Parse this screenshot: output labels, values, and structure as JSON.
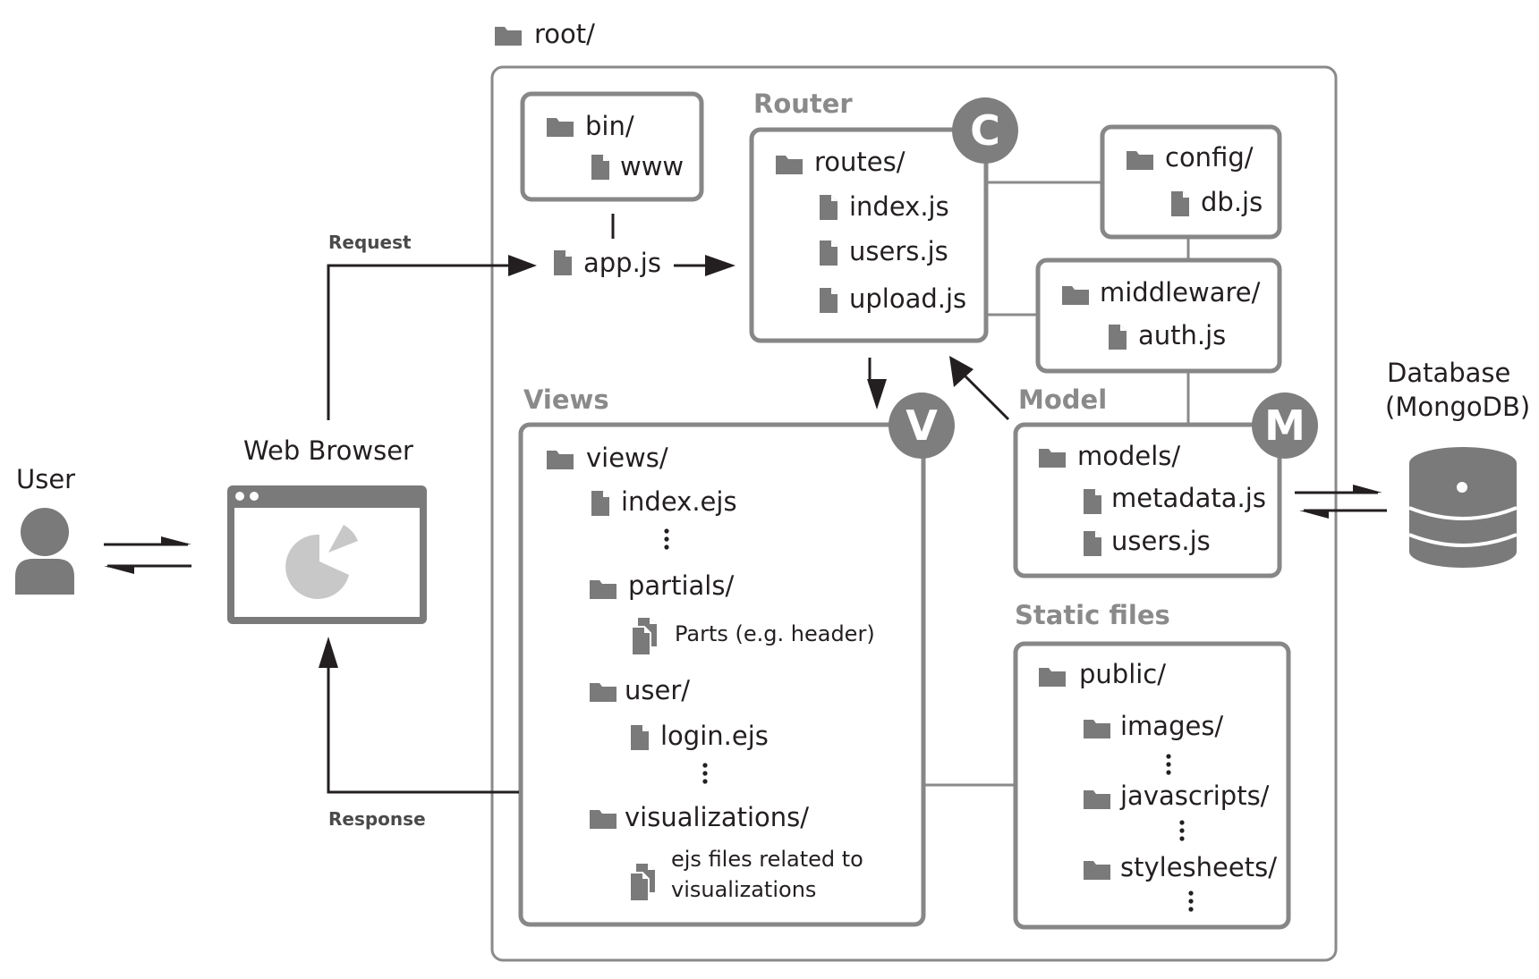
{
  "root": {
    "label": "root/"
  },
  "bin": {
    "folder": "bin/",
    "file": "www"
  },
  "app": {
    "file": "app.js"
  },
  "router": {
    "section": "Router",
    "badge": "C",
    "folder": "routes/",
    "files": [
      "index.js",
      "users.js",
      "upload.js"
    ]
  },
  "config": {
    "folder": "config/",
    "file": "db.js"
  },
  "middleware": {
    "folder": "middleware/",
    "file": "auth.js"
  },
  "views": {
    "section": "Views",
    "badge": "V",
    "folder": "views/",
    "index": "index.ejs",
    "partials": "partials/",
    "parts": "Parts (e.g. header)",
    "user": "user/",
    "login": "login.ejs",
    "visualizations": "visualizations/",
    "viz_files_line1": "ejs files related to",
    "viz_files_line2": "visualizations"
  },
  "model": {
    "section": "Model",
    "badge": "M",
    "folder": "models/",
    "files": [
      "metadata.js",
      "users.js"
    ]
  },
  "static": {
    "section": "Static files",
    "folder": "public/",
    "subfolders": [
      "images/",
      "javascripts/",
      "stylesheets/"
    ]
  },
  "external": {
    "user": "User",
    "browser": "Web Browser",
    "database_line1": "Database",
    "database_line2": "(MongoDB)",
    "request": "Request",
    "response": "Response"
  },
  "icons": {
    "folder": "folder-icon",
    "file": "file-icon",
    "files": "multi-file-icon",
    "user": "user-icon",
    "browser": "browser-window-icon",
    "database": "database-icon"
  },
  "colors": {
    "box_border": "#878787",
    "icon_fill": "#7a7a7a",
    "section_label": "#8a8a8a",
    "arrow": "#231f20"
  }
}
